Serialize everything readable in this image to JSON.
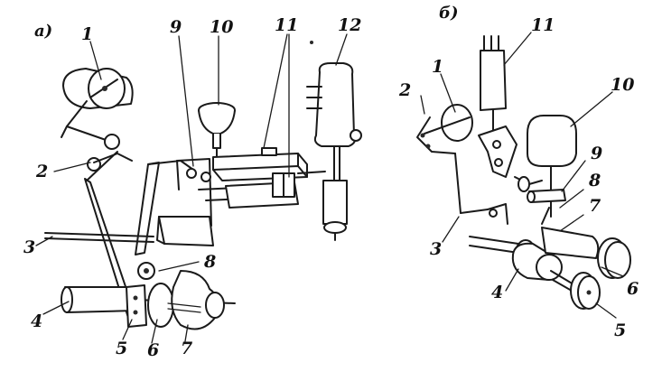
{
  "figure_a": {
    "sublabel": "а)",
    "labels": [
      "1",
      "2",
      "3",
      "4",
      "5",
      "6",
      "7",
      "8",
      "9",
      "10",
      "11",
      "12"
    ]
  },
  "figure_b": {
    "sublabel": "б)",
    "labels": [
      "1",
      "2",
      "3",
      "4",
      "5",
      "6",
      "7",
      "8",
      "9",
      "10",
      "11"
    ]
  }
}
